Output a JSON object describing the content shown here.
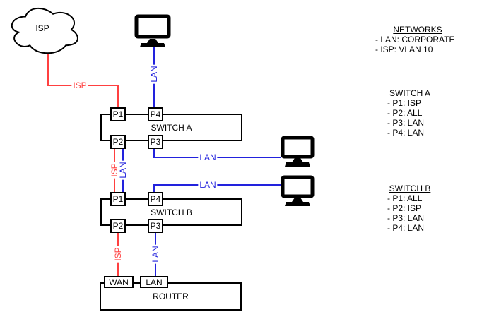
{
  "diagram": {
    "cloud": {
      "label": "ISP"
    },
    "switch_a": {
      "label": "SWITCH A",
      "ports": {
        "p1": "P1",
        "p2": "P2",
        "p3": "P3",
        "p4": "P4"
      }
    },
    "switch_b": {
      "label": "SWITCH B",
      "ports": {
        "p1": "P1",
        "p2": "P2",
        "p3": "P3",
        "p4": "P4"
      }
    },
    "router": {
      "label": "ROUTER",
      "ports": {
        "wan": "WAN",
        "lan": "LAN"
      }
    },
    "edge_labels": {
      "cloud_to_switch_a": "ISP",
      "pc_top_to_switch_a": "LAN",
      "switch_a_to_switch_b_isp": "ISP",
      "switch_a_to_switch_b_lan": "LAN",
      "switch_a_p3_to_pc": "LAN",
      "switch_b_p4_to_pc": "LAN",
      "switch_b_to_router_wan": "ISP",
      "switch_b_to_router_lan": "LAN"
    },
    "colors": {
      "isp_edge": "#FF4040",
      "lan_edge": "#2222DD",
      "shape_stroke": "#000000",
      "shape_fill": "#FFFFFF"
    }
  },
  "legend": {
    "networks": {
      "title": "NETWORKS",
      "items": [
        "- LAN: CORPORATE",
        "- ISP: VLAN 10"
      ]
    },
    "switch_a": {
      "title": "SWITCH A",
      "items": [
        "- P1: ISP",
        "- P2: ALL",
        "- P3: LAN",
        "- P4: LAN"
      ]
    },
    "switch_b": {
      "title": "SWITCH B",
      "items": [
        "- P1: ALL",
        "- P2: ISP",
        "- P3: LAN",
        "- P4: LAN"
      ]
    }
  }
}
